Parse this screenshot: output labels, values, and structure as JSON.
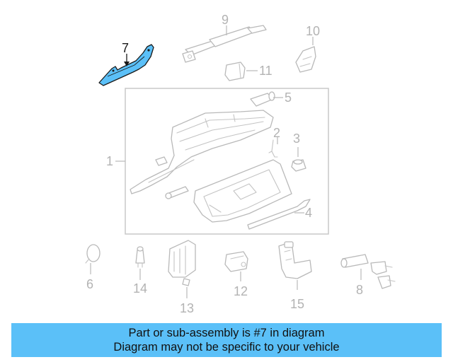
{
  "highlight_color": "#5bc0f8",
  "highlighted_part": "7",
  "callouts": {
    "c1": "1",
    "c2": "2",
    "c3": "3",
    "c4": "4",
    "c5": "5",
    "c6": "6",
    "c7": "7",
    "c8": "8",
    "c9": "9",
    "c10": "10",
    "c11": "11",
    "c12": "12",
    "c13": "13",
    "c14": "14",
    "c15": "15"
  },
  "banner": {
    "line1": "Part or sub-assembly is #7 in diagram",
    "line2": "Diagram may not be specific to your vehicle"
  }
}
